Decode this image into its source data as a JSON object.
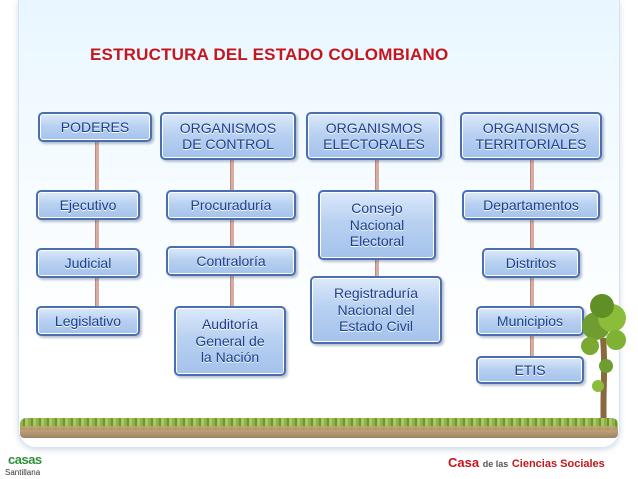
{
  "title": "ESTRUCTURA DEL ESTADO COLOMBIANO",
  "columns": [
    {
      "header": "PODERES",
      "items": [
        "Ejecutivo",
        "Judicial",
        "Legislativo"
      ]
    },
    {
      "header": "ORGANISMOS\nDE CONTROL",
      "items": [
        "Procuraduría",
        "Contraloría",
        "Auditoría\nGeneral de\nla Nación"
      ]
    },
    {
      "header": "ORGANISMOS\nELECTORALES",
      "items": [
        "Consejo\nNacional\nElectoral",
        "Registraduría\nNacional del\nEstado Civil"
      ]
    },
    {
      "header": "ORGANISMOS\nTERRITORIALES",
      "items": [
        "Departamentos",
        "Distritos",
        "Municipios",
        "ETIS"
      ]
    }
  ],
  "footer": {
    "left_logo": "casas",
    "left_brand": "Santillana",
    "right_brand_main": "Casa",
    "right_brand_small": "de las",
    "right_brand_rest": "Ciencias Sociales"
  }
}
